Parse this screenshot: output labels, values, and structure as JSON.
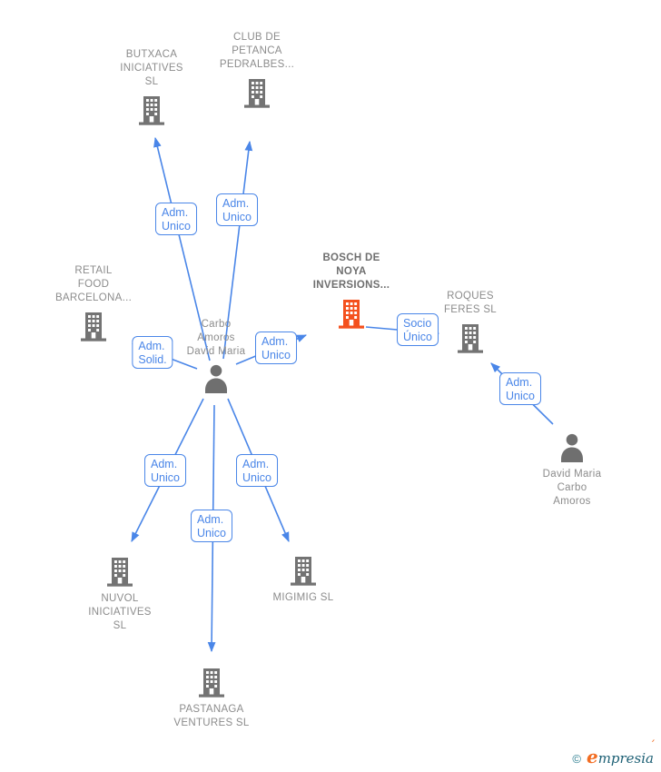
{
  "colors": {
    "accent_blue": "#4a86e8",
    "node_text_gray": "#8c8c8c",
    "highlight_text_gray": "#6e6e6e",
    "company_icon_gray": "#737373",
    "person_icon_gray": "#6f6f6f",
    "highlight_orange": "#f4511e",
    "brand_teal": "#1d6075",
    "brand_orange": "#f26c21",
    "background": "#ffffff"
  },
  "diagram": {
    "nodes": [
      {
        "id": "butxaca",
        "type": "company",
        "label": "BUTXACA\nINICIATIVES\nSL"
      },
      {
        "id": "club-petanca",
        "type": "company",
        "label": "CLUB DE\nPETANCA\nPEDRALBES..."
      },
      {
        "id": "retail-food",
        "type": "company",
        "label": "RETAIL\nFOOD\nBARCELONA..."
      },
      {
        "id": "bosch-de-noya",
        "type": "company",
        "label": "BOSCH DE\nNOYA\nINVERSIONS...",
        "highlight": true
      },
      {
        "id": "roques-feres",
        "type": "company",
        "label": "ROQUES\nFERES  SL"
      },
      {
        "id": "carbo-amoros",
        "type": "person",
        "label": "Carbo\nAmoros\nDavid Maria"
      },
      {
        "id": "david-maria",
        "type": "person",
        "label": "David Maria\nCarbo\nAmoros"
      },
      {
        "id": "nuvol",
        "type": "company",
        "label": "NUVOL\nINICIATIVES\nSL"
      },
      {
        "id": "migimig",
        "type": "company",
        "label": "MIGIMIG  SL"
      },
      {
        "id": "pastanaga",
        "type": "company",
        "label": "PASTANAGA\nVENTURES  SL"
      }
    ],
    "edges": [
      {
        "from": "carbo-amoros",
        "to": "butxaca",
        "label": "Adm.\nUnico"
      },
      {
        "from": "carbo-amoros",
        "to": "club-petanca",
        "label": "Adm.\nUnico"
      },
      {
        "from": "carbo-amoros",
        "to": "retail-food",
        "label": "Adm.\nSolid."
      },
      {
        "from": "carbo-amoros",
        "to": "bosch-de-noya",
        "label": "Adm.\nUnico"
      },
      {
        "from": "bosch-de-noya",
        "to": "roques-feres",
        "label": "Socio\nÚnico"
      },
      {
        "from": "david-maria",
        "to": "roques-feres",
        "label": "Adm.\nUnico"
      },
      {
        "from": "carbo-amoros",
        "to": "nuvol",
        "label": "Adm.\nUnico"
      },
      {
        "from": "carbo-amoros",
        "to": "migimig",
        "label": "Adm.\nUnico"
      },
      {
        "from": "carbo-amoros",
        "to": "pastanaga",
        "label": "Adm.\nUnico"
      }
    ]
  },
  "footer": {
    "copyright_symbol": "©",
    "brand_first_letter": "e",
    "brand_rest": "mpresia",
    "brand_accent": "´"
  }
}
